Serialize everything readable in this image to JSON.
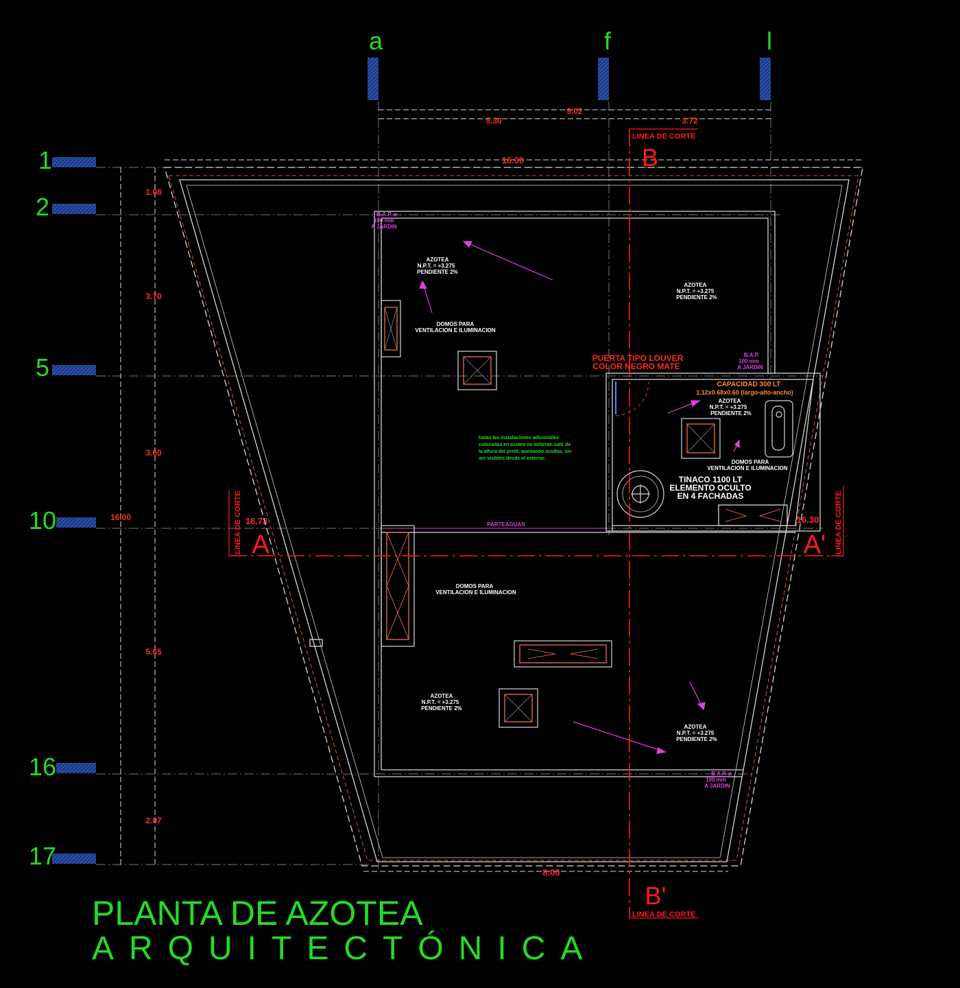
{
  "grid": {
    "columns": [
      "a",
      "f",
      "l"
    ],
    "rows": [
      "1",
      "2",
      "5",
      "10",
      "16",
      "17"
    ]
  },
  "dimensions": {
    "top_total": "9.02",
    "top_left": "5.30",
    "top_right": "3.72",
    "top_width": "16.00",
    "bottom_width": "8.00",
    "left_1": "1.08",
    "left_2": "3.70",
    "left_3": "3.60",
    "left_4": "5.65",
    "left_5": "2.07",
    "left_total": "16.00",
    "side_left": "16.73",
    "side_right": "16.30"
  },
  "section": {
    "a_left": "A",
    "a_right": "A'",
    "b_top": "B",
    "b_bottom": "B'",
    "line_label": "LINEA DE CORTE"
  },
  "labels": {
    "azotea_1": [
      "AZOTEA",
      "N.P.T. = +3.275",
      "PENDIENTE 2%"
    ],
    "azotea_2": [
      "AZOTEA",
      "N.P.T. = +3.275",
      "PENDIENTE 2%"
    ],
    "azotea_3": [
      "AZOTEA",
      "N.P.T. = +3.275",
      "PENDIENTE 2%"
    ],
    "azotea_4": [
      "AZOTEA",
      "N.P.T. = +3.275",
      "PENDIENTE 2%"
    ],
    "azotea_5": [
      "AZOTEA",
      "N.P.T. = +3.275",
      "PENDIENTE 2%"
    ],
    "domos_1": [
      "DOMOS PARA",
      "VENTILACION E ILUMINACION"
    ],
    "domos_2": [
      "DOMOS PARA",
      "VENTILACION E ILUMINACION"
    ],
    "domos_3": [
      "DOMOS PARA",
      "VENTILACION E ILUMINACION"
    ],
    "bap_1": [
      "B.A.P. ⌀",
      "100 mm",
      "A JARDIN"
    ],
    "bap_2": [
      "B.A.P.",
      "100 mm",
      "A JARDIN"
    ],
    "bap_3": [
      "B.A.P. ⌀",
      "100 mm",
      "A JARDIN"
    ],
    "puerta": [
      "PUERTA TIPO LOUVER",
      "COLOR NEGRO MATE"
    ],
    "capacidad": [
      "CAPACIDAD 300 LT",
      "1.12x0.68x0.60 (largo-alto-ancho)"
    ],
    "tinaco": [
      "TINACO 1100 LT",
      "ELEMENTO OCULTO",
      "EN 4 FACHADAS"
    ],
    "note": [
      "todas las instalaciones adicionales",
      "colocadas en azotea no deberan salir de",
      "la altura del pretil, quedando ocultas, sin",
      "ser visibles desde el exterior."
    ],
    "parteaguas": "PARTEAGUAS"
  },
  "title": {
    "line1": "PLANTA DE AZOTEA",
    "line2": "ARQUITECTÓNICA"
  },
  "colors": {
    "grid_label": "#22dd22",
    "dimension": "#ff2a2a",
    "section": "#ff1a1a",
    "magenta": "#e040e0",
    "walls": "#d8d8d8",
    "note": "#22dd22",
    "orange": "#ff8c33",
    "axis_marker": "#1a3a8a"
  }
}
